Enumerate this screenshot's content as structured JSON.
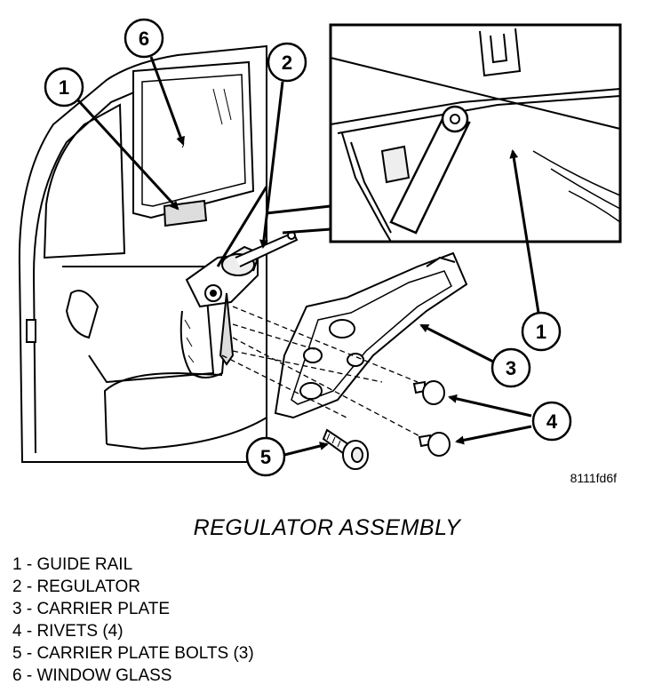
{
  "figure_code": "8111fd6f",
  "title": "REGULATOR ASSEMBLY",
  "callouts": [
    {
      "label": "1"
    },
    {
      "label": "2"
    },
    {
      "label": "6"
    },
    {
      "label": "1"
    },
    {
      "label": "3"
    },
    {
      "label": "4"
    },
    {
      "label": "5"
    }
  ],
  "legend": [
    "1 - GUIDE RAIL",
    "2 - REGULATOR",
    "3 - CARRIER PLATE",
    "4 - RIVETS (4)",
    "5 - CARRIER PLATE BOLTS (3)",
    "6 - WINDOW GLASS"
  ]
}
